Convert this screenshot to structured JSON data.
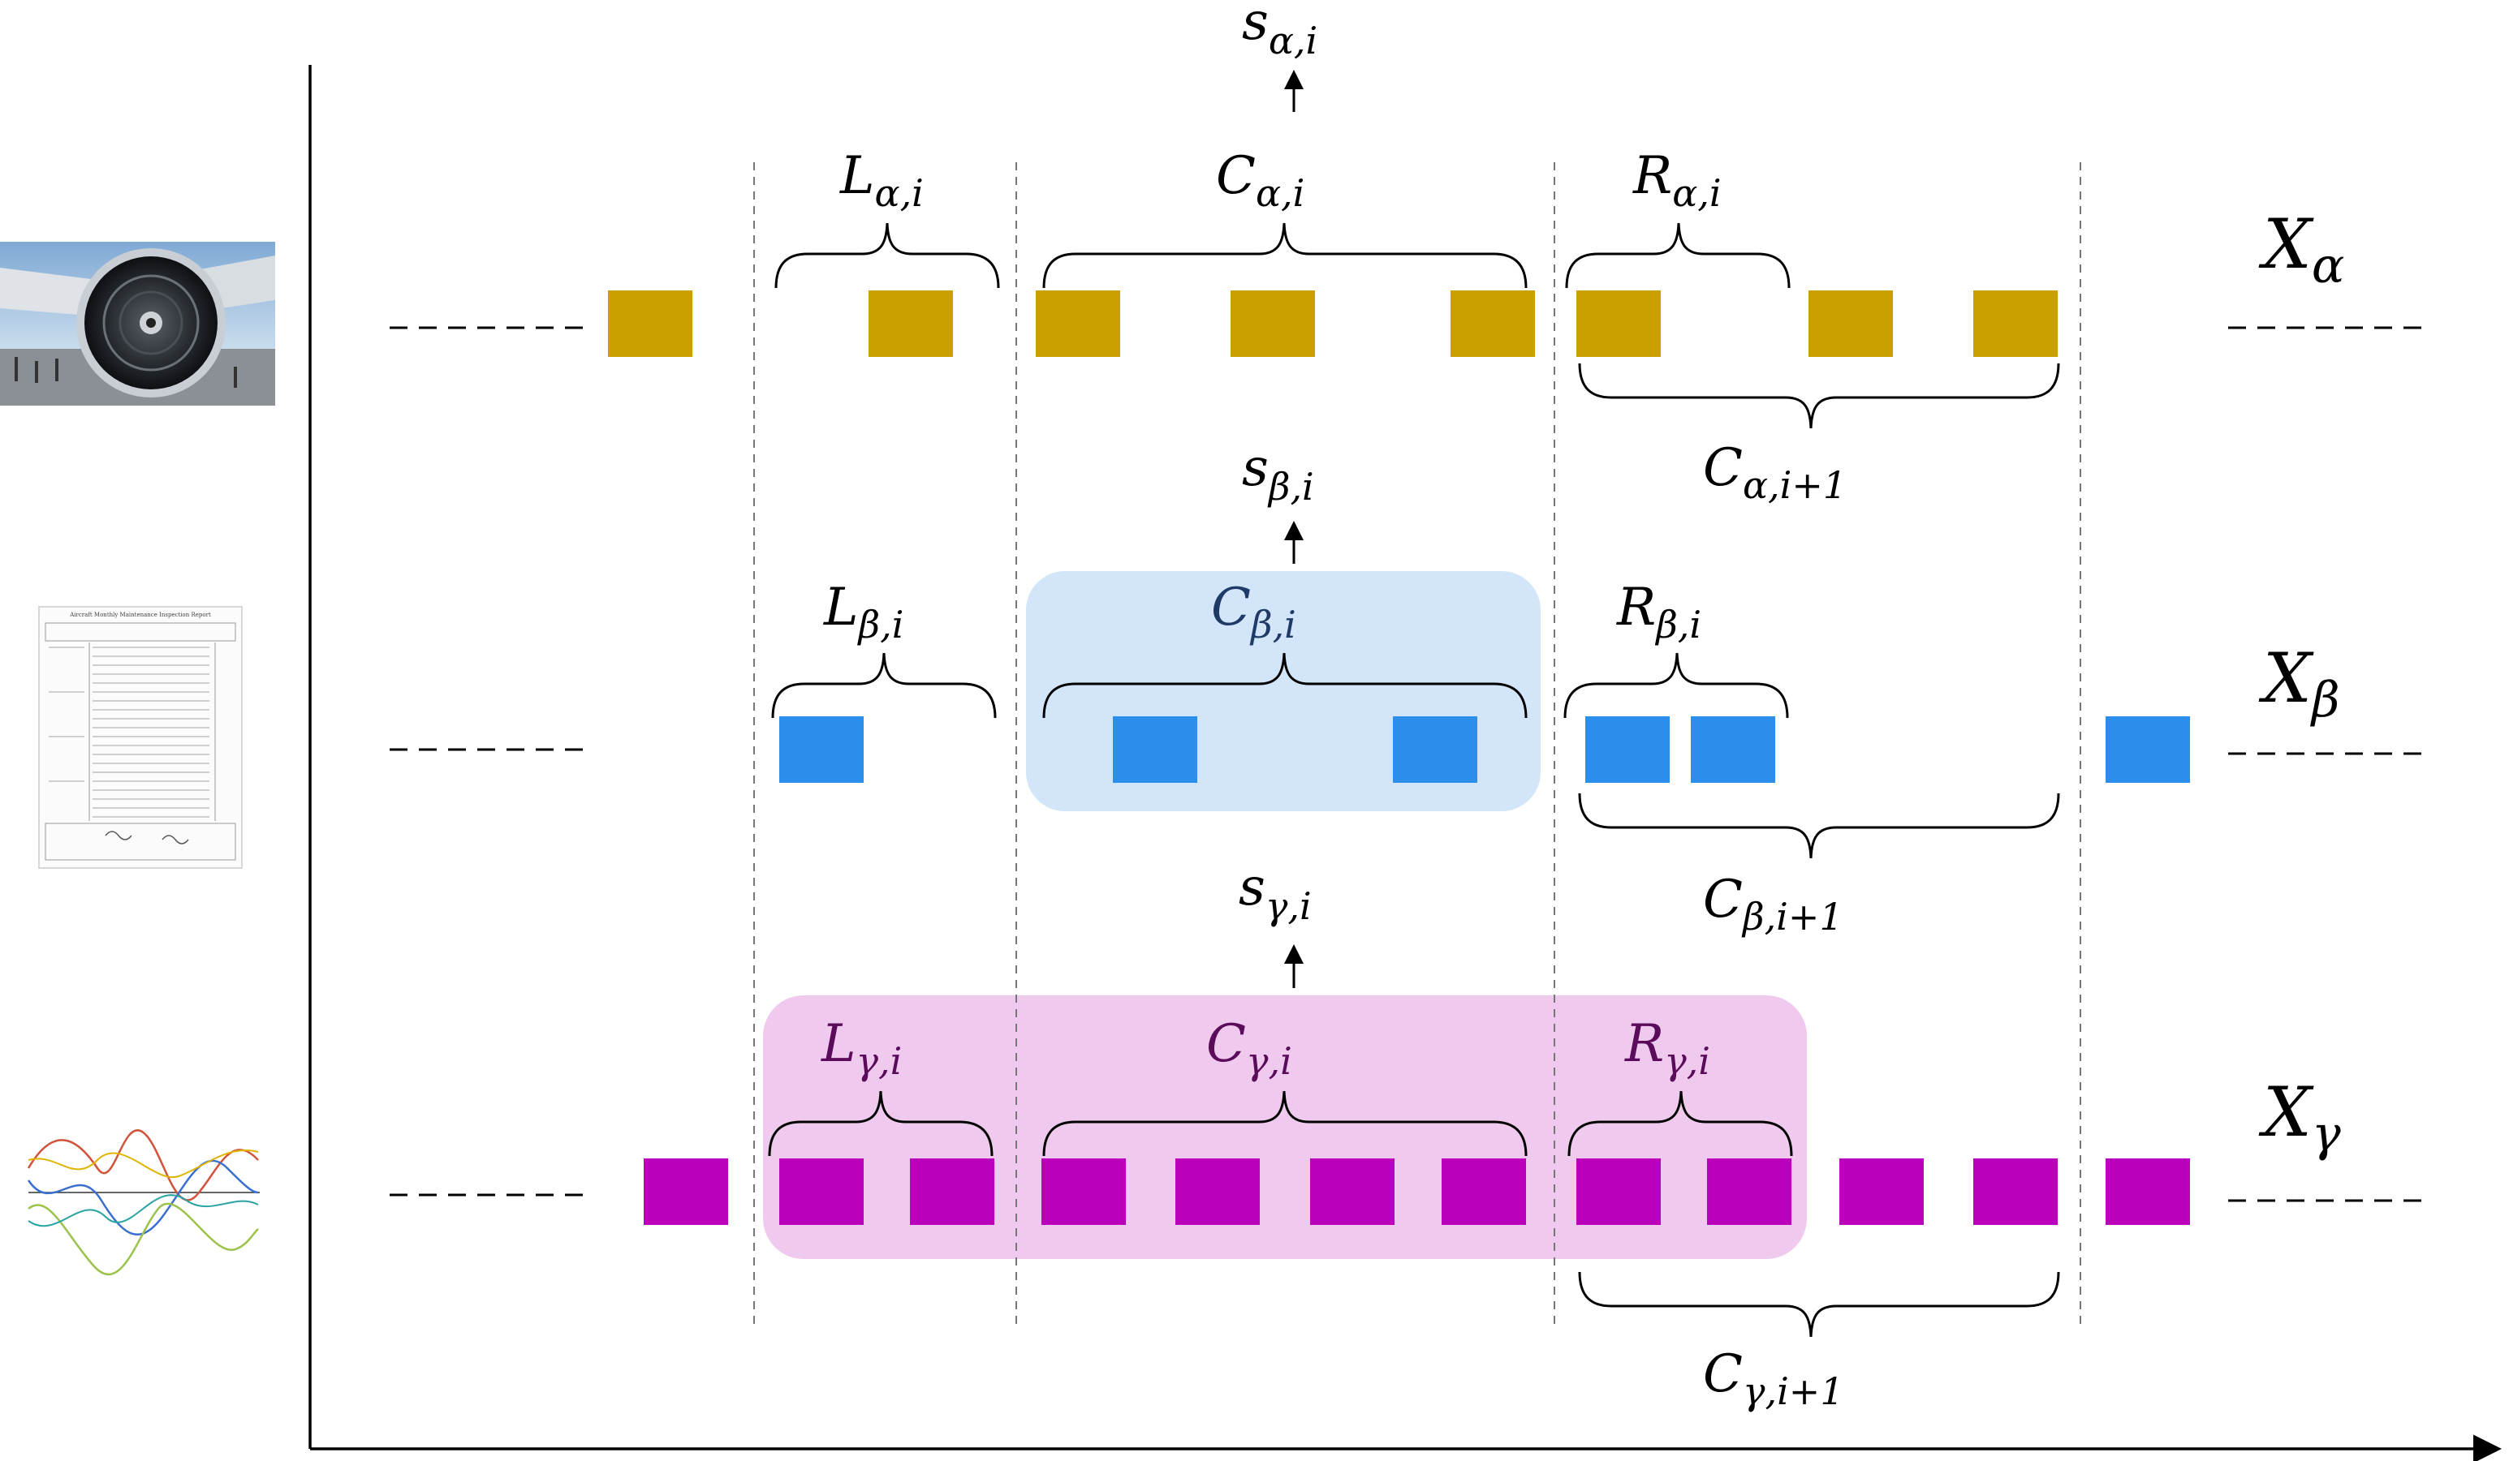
{
  "colors": {
    "alpha": "#CC9F00",
    "beta": "#2B8EEA",
    "gamma": "#BB00BB",
    "beta_highlight": "#D3E5F9",
    "gamma_highlight": "#EFCAEE"
  },
  "icons": {
    "alpha": "jet-engine-photo",
    "beta": "maintenance-report-document",
    "gamma": "sensor-signal-plot"
  },
  "document_icon_title": "Aircraft Monthly Maintenance Inspection Report",
  "rows": [
    {
      "key": "alpha",
      "series": {
        "main": "X",
        "sub": "α"
      },
      "summary": {
        "main": "s",
        "sub": "α,i"
      },
      "left": {
        "main": "L",
        "sub": "α,i"
      },
      "center": {
        "main": "C",
        "sub": "α,i"
      },
      "right": {
        "main": "R",
        "sub": "α,i"
      },
      "next": {
        "main": "C",
        "sub": "α,i+1"
      }
    },
    {
      "key": "beta",
      "series": {
        "main": "X",
        "sub": "β"
      },
      "summary": {
        "main": "s",
        "sub": "β,i"
      },
      "left": {
        "main": "L",
        "sub": "β,i"
      },
      "center": {
        "main": "C",
        "sub": "β,i"
      },
      "right": {
        "main": "R",
        "sub": "β,i"
      },
      "next": {
        "main": "C",
        "sub": "β,i+1"
      }
    },
    {
      "key": "gamma",
      "series": {
        "main": "X",
        "sub": "γ"
      },
      "summary": {
        "main": "s",
        "sub": "γ,i"
      },
      "left": {
        "main": "L",
        "sub": "γ,i"
      },
      "center": {
        "main": "C",
        "sub": "γ,i"
      },
      "right": {
        "main": "R",
        "sub": "γ,i"
      },
      "next": {
        "main": "C",
        "sub": "γ,i+1"
      }
    }
  ]
}
